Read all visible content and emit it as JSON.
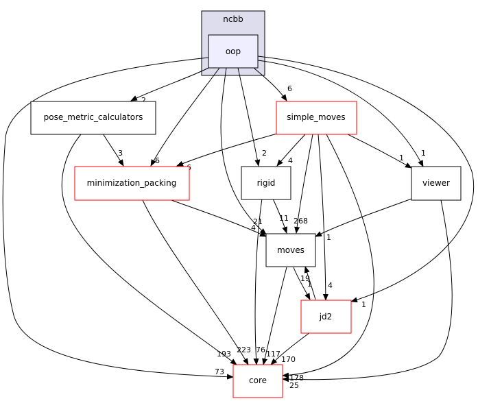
{
  "cluster": {
    "label": "ncbb",
    "fill": "#ddddee",
    "stroke": "#000000"
  },
  "colors": {
    "plain_border": "#000000",
    "red_border": "#ff0000",
    "focus_fill": "#eeeeff",
    "edge": "#000000"
  },
  "nodes": {
    "oop": "oop",
    "pose_metric_calculators": "pose_metric_calculators",
    "simple_moves": "simple_moves",
    "minimization_packing": "minimization_packing",
    "rigid": "rigid",
    "viewer": "viewer",
    "moves": "moves",
    "jd2": "jd2",
    "core": "core"
  },
  "edge_labels": {
    "oop_pose_metric_calculators": "2",
    "oop_simple_moves": "6",
    "oop_minimization_packing": "6",
    "oop_rigid": "2",
    "oop_viewer": "1",
    "oop_jd2": "1",
    "oop_moves": "21",
    "oop_core": "73",
    "pose_metric_calculators_minimization_packing": "3",
    "pose_metric_calculators_core": "193",
    "simple_moves_minimization_packing": "6",
    "simple_moves_rigid": "4",
    "simple_moves_viewer": "1",
    "simple_moves_moves": "268",
    "simple_moves_jd2": "4",
    "simple_moves_core": "178",
    "minimization_packing_moves": "4",
    "minimization_packing_core": "223",
    "rigid_moves": "11",
    "rigid_core": "76",
    "viewer_moves": "1",
    "viewer_core": "25",
    "moves_jd2": "1",
    "moves_core": "117",
    "jd2_moves": "19",
    "jd2_core": "170"
  }
}
